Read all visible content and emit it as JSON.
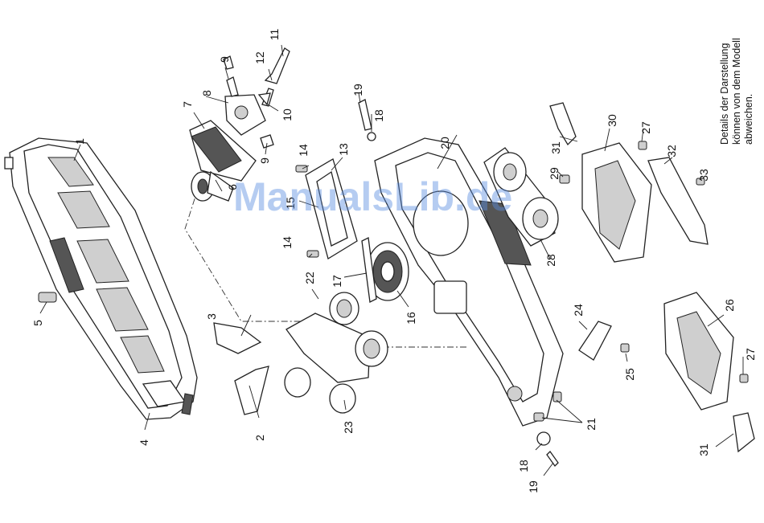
{
  "note": {
    "line1": "Details der Darstellung",
    "line2": "können von dem Modell",
    "line3": "abweichen."
  },
  "watermark": "ManualsLib.de",
  "callouts": [
    "1",
    "2",
    "3",
    "4",
    "5",
    "6",
    "7",
    "8",
    "9",
    "9",
    "10",
    "11",
    "12",
    "13",
    "14",
    "14",
    "15",
    "16",
    "17",
    "18",
    "18",
    "19",
    "19",
    "20",
    "21",
    "22",
    "23",
    "24",
    "25",
    "26",
    "27",
    "27",
    "28",
    "29",
    "30",
    "31",
    "31",
    "32",
    "33"
  ]
}
